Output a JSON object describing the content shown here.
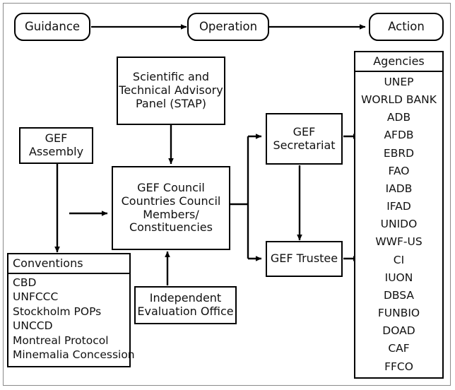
{
  "diagram": {
    "title": "GEF Governance Structure Flow Diagram",
    "frame_color": "#8a8a8a",
    "line_color": "#000000",
    "background": "#ffffff"
  },
  "flow_row": {
    "guidance": "Guidance",
    "operation": "Operation",
    "action": "Action"
  },
  "nodes": {
    "stap": {
      "line1": "Scientific and",
      "line2": "Technical Advisory",
      "line3": "Panel (STAP)"
    },
    "gef_assembly": {
      "line1": "GEF",
      "line2": "Assembly"
    },
    "gef_council": {
      "line1": "GEF Council",
      "line2": "Countries Council",
      "line3": "Members/",
      "line4": "Constituencies"
    },
    "independent_evaluation_office": {
      "line1": "Independent",
      "line2": "Evaluation Office"
    },
    "gef_secretariat": {
      "line1": "GEF",
      "line2": "Secretariat"
    },
    "gef_trustee": {
      "line1": "GEF Trustee"
    }
  },
  "conventions": {
    "header": "Conventions",
    "items": [
      "CBD",
      "UNFCCC",
      "Stockholm POPs",
      "UNCCD",
      "Montreal Protocol",
      "Minemalia Concession"
    ]
  },
  "agencies": {
    "header": "Agencies",
    "items": [
      "UNEP",
      "WORLD BANK",
      "ADB",
      "AFDB",
      "EBRD",
      "FAO",
      "IADB",
      "IFAD",
      "UNIDO",
      "WWF-US",
      "CI",
      "IUON",
      "DBSA",
      "FUNBIO",
      "DOAD",
      "CAF",
      "FFCO"
    ]
  },
  "edges": [
    {
      "name": "guidance-to-operation",
      "from": "guidance",
      "to": "operation"
    },
    {
      "name": "operation-to-action",
      "from": "operation",
      "to": "action"
    },
    {
      "name": "stap-to-gef-council",
      "from": "stap",
      "to": "gef_council"
    },
    {
      "name": "gef-assembly-to-conventions",
      "from": "gef_assembly",
      "to": "conventions"
    },
    {
      "name": "gef-assembly-to-gef-council",
      "from": "gef_assembly",
      "to": "gef_council"
    },
    {
      "name": "independent-evaluation-office-to-gef-council",
      "from": "independent_evaluation_office",
      "to": "gef_council"
    },
    {
      "name": "gef-council-to-gef-secretariat",
      "from": "gef_council",
      "to": "gef_secretariat"
    },
    {
      "name": "gef-council-to-gef-trustee",
      "from": "gef_council",
      "to": "gef_trustee"
    },
    {
      "name": "gef-secretariat-to-gef-trustee",
      "from": "gef_secretariat",
      "to": "gef_trustee"
    },
    {
      "name": "gef-secretariat-to-agencies",
      "from": "gef_secretariat",
      "to": "agencies"
    },
    {
      "name": "gef-trustee-to-agencies",
      "from": "gef_trustee",
      "to": "agencies"
    }
  ]
}
